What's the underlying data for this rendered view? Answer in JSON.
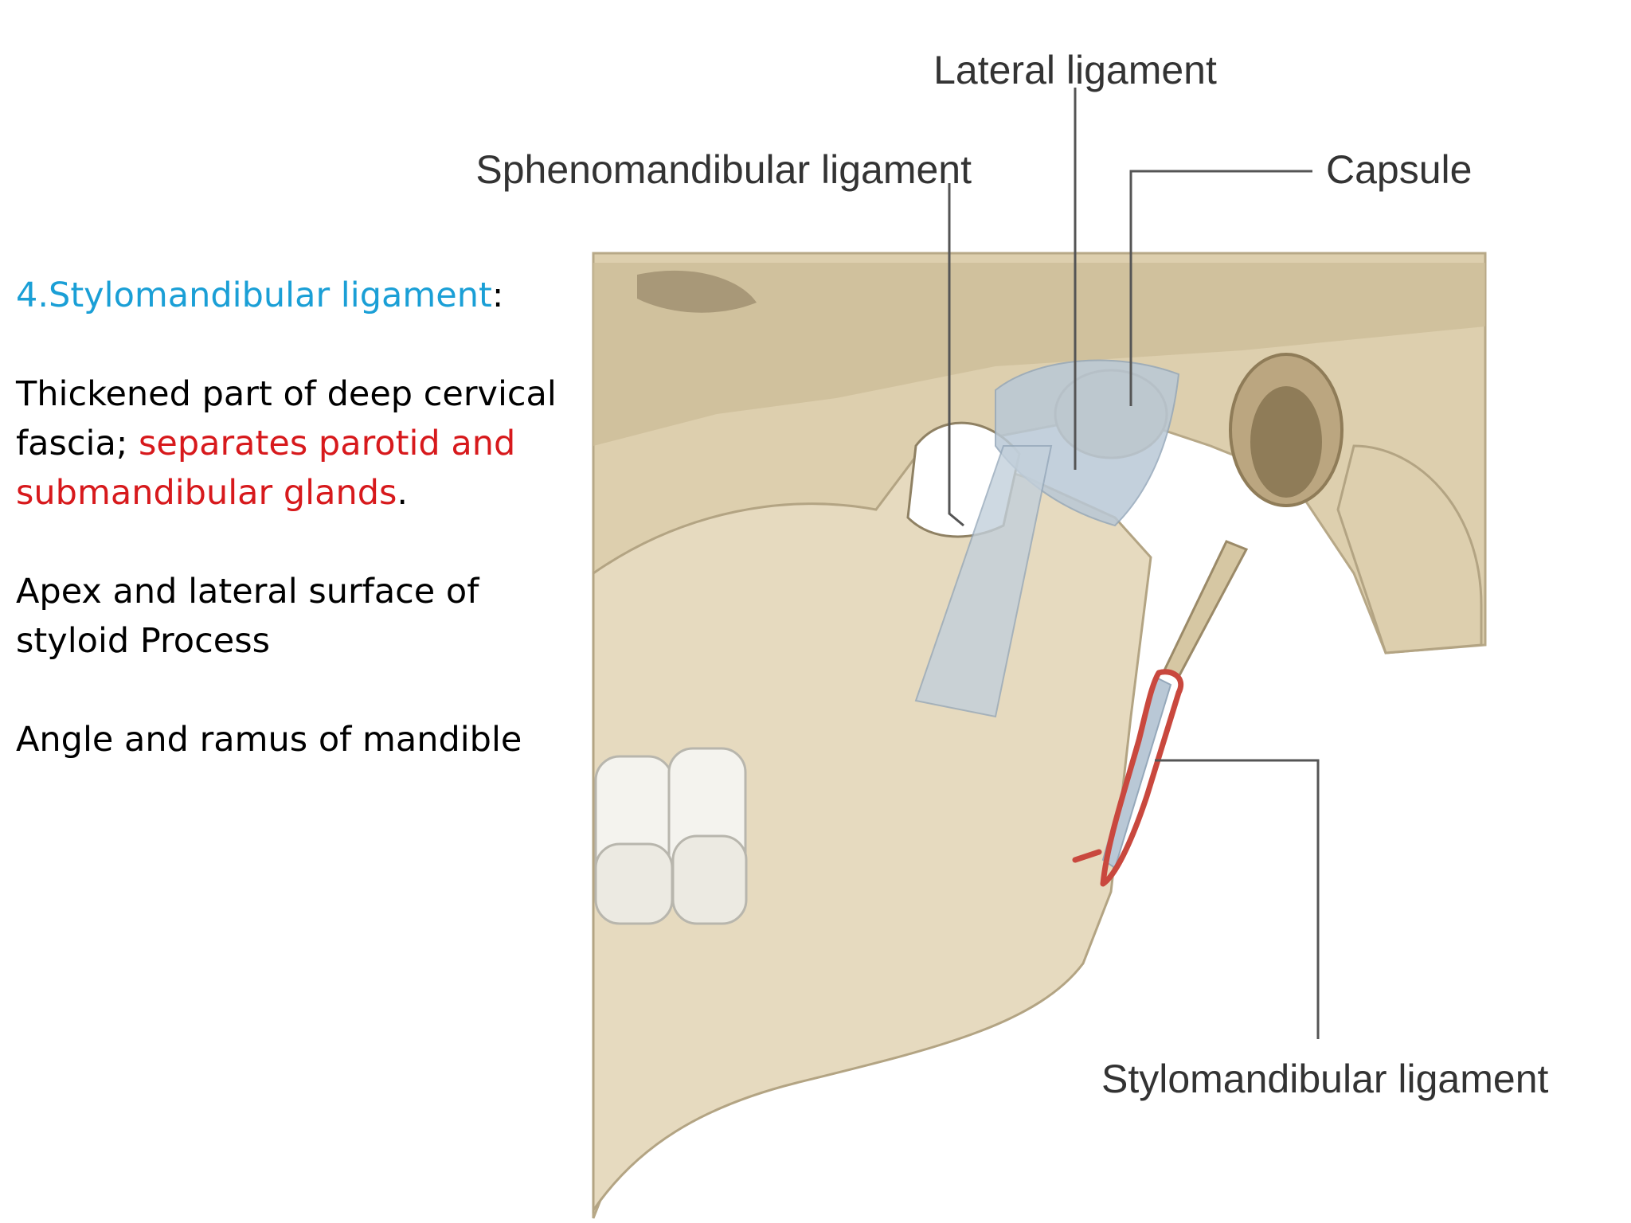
{
  "slide": {
    "heading": "4.Stylomandibular ligament",
    "heading_suffix": ":",
    "para1_black": "Thickened part of deep cervical fascia; ",
    "para1_red": "separates parotid and submandibular glands",
    "para1_end": ".",
    "para2": "Apex and lateral surface of styloid Process",
    "para3": "Angle and ramus of mandible"
  },
  "figure": {
    "labels": {
      "lateral": "Lateral ligament",
      "spheno": "Sphenomandibular ligament",
      "capsule": "Capsule",
      "stylo": "Stylomandibular ligament"
    }
  },
  "colors": {
    "heading": "#1a9fd6",
    "highlight": "#d7191c",
    "bone": "#e5d8bb",
    "ligament": "#b9c8d6",
    "annotation": "#c9483e"
  }
}
